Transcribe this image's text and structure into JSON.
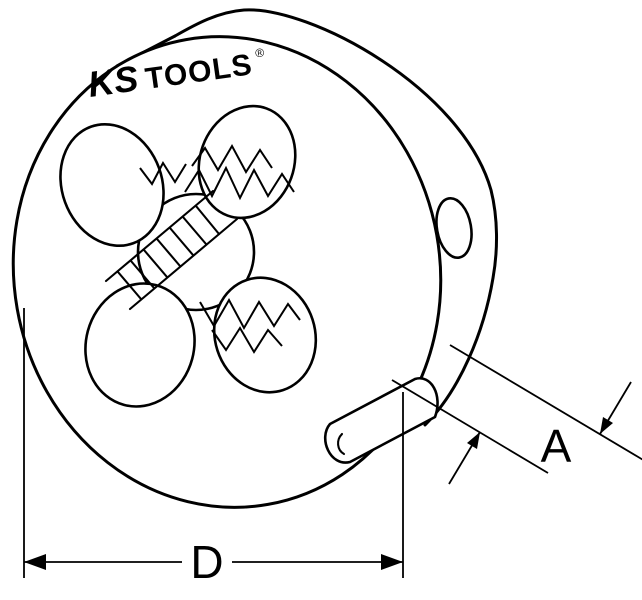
{
  "page": {
    "background_color": "#ffffff"
  },
  "drawing": {
    "subject": "round-threading-die-technical-drawing",
    "line_color": "#000000",
    "fill_color": "#ffffff"
  },
  "brand": {
    "ks": "KS",
    "tools": "TOOLS",
    "registered": "®"
  },
  "dimensions": {
    "a_label": "A",
    "d_label": "D"
  }
}
